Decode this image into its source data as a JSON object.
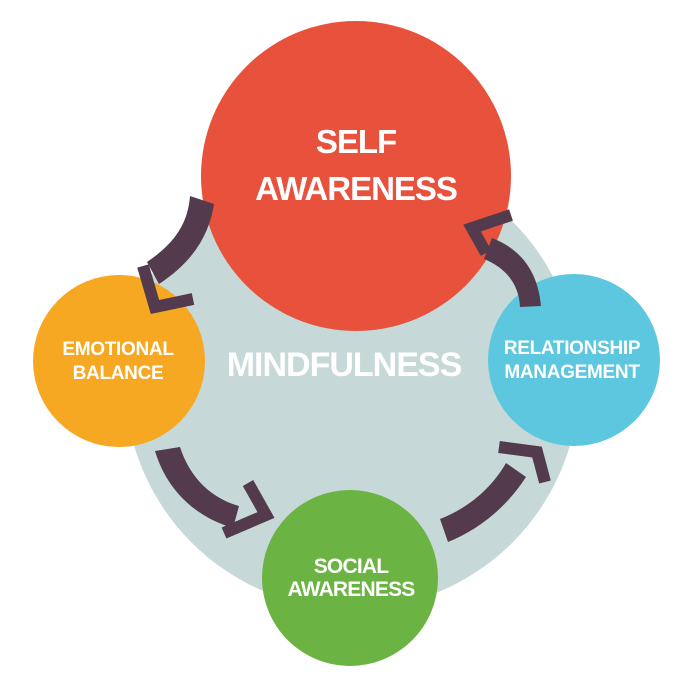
{
  "palette": {
    "page_background": "#FFFFFF",
    "mindfulness_circle": "#C6D8D7",
    "self_awareness_circle": "#E8513B",
    "emotional_balance_circle": "#F7A823",
    "relationship_management_circle": "#5EC7E0",
    "social_awareness_circle": "#6BB342",
    "arrow_color": "#533B4D",
    "label_text": "#FFFFFF"
  },
  "diagram": {
    "center_label": "MINDFULNESS",
    "nodes": {
      "self_awareness": {
        "line1": "SELF",
        "line2": "AWARENESS"
      },
      "emotional_balance": {
        "line1": "EMOTIONAL",
        "line2": "BALANCE"
      },
      "relationship_management": {
        "line1": "RELATIONSHIP",
        "line2": "MANAGEMENT"
      },
      "social_awareness": {
        "line1": "SOCIAL",
        "line2": "AWARENESS"
      }
    },
    "arrows": [
      {
        "icon": "curved-arrow-icon",
        "from": "self_awareness",
        "to": "emotional_balance"
      },
      {
        "icon": "curved-arrow-icon",
        "from": "emotional_balance",
        "to": "social_awareness"
      },
      {
        "icon": "curved-arrow-icon",
        "from": "social_awareness",
        "to": "relationship_management"
      },
      {
        "icon": "curved-arrow-icon",
        "from": "relationship_management",
        "to": "self_awareness"
      }
    ]
  }
}
